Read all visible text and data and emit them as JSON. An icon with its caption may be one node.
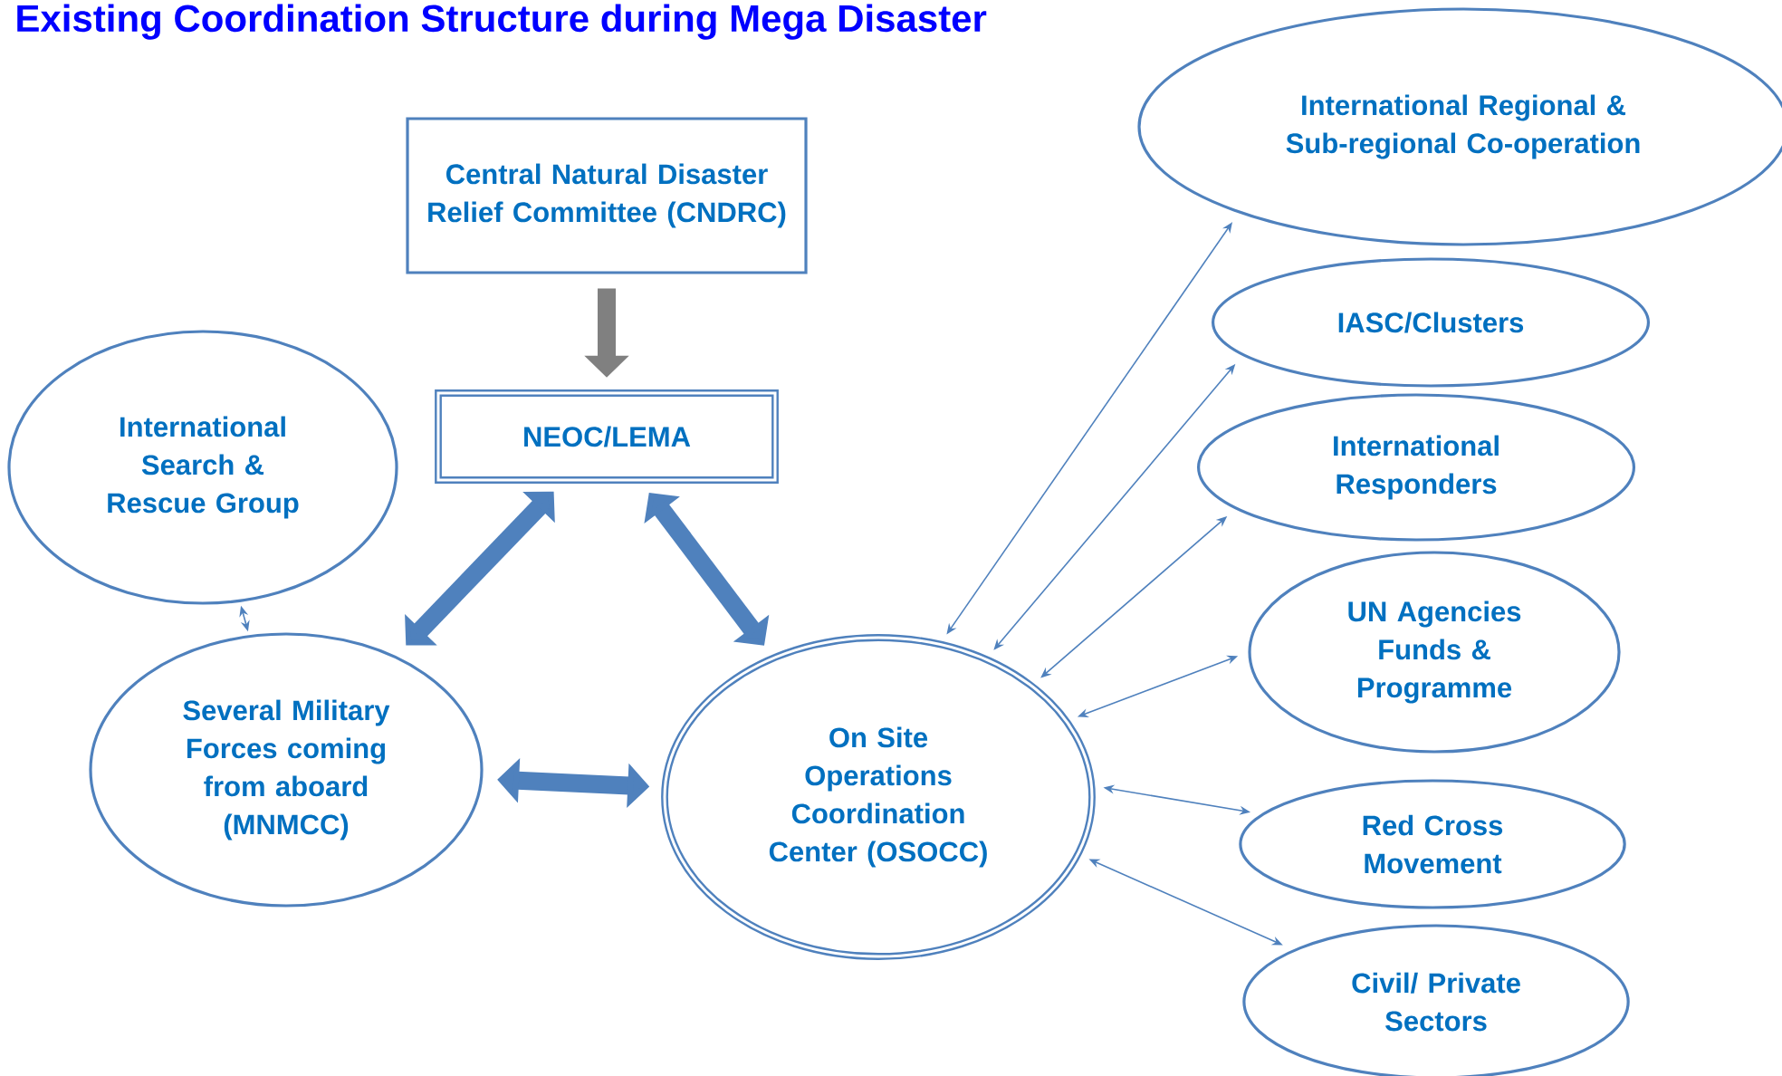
{
  "diagram": {
    "title": "Existing Coordination Structure during Mega Disaster",
    "nodes": [
      {
        "text": [
          "Central Natural Disaster Relief Committee (CNDRC)"
        ]
      },
      {
        "text": [
          "NEOC/LEMA"
        ]
      },
      {
        "text": [
          "International Search & Rescue Group"
        ]
      },
      {
        "text": [
          "Several Military Forces coming from aboard (MNMCC)"
        ]
      },
      {
        "text": [
          "On Site Operations Coordination Center (OSOCC)"
        ]
      },
      {
        "text": [
          "International Regional & Sub-regional Co-operation"
        ]
      },
      {
        "text": [
          "IASC/Clusters"
        ]
      },
      {
        "text": [
          "International Responders"
        ]
      },
      {
        "text": [
          "UN Agencies Funds & Programme"
        ]
      },
      {
        "text": [
          "Red Cross Movement"
        ]
      },
      {
        "text": [
          "Civil/ Private Sectors"
        ]
      }
    ],
    "edges": [
      {
        "from": 0,
        "to": 1,
        "arrow": "to",
        "style": "thick",
        "color": "#808080"
      },
      {
        "from": 1,
        "to": 3,
        "arrow": "both",
        "style": "thick"
      },
      {
        "from": 1,
        "to": 4,
        "arrow": "both",
        "style": "thick"
      },
      {
        "from": 3,
        "to": 4,
        "arrow": "both",
        "style": "thick"
      },
      {
        "from": 2,
        "to": 3,
        "arrow": "both"
      },
      {
        "from": 4,
        "to": 5,
        "arrow": "both"
      },
      {
        "from": 4,
        "to": 6,
        "arrow": "both"
      },
      {
        "from": 4,
        "to": 7,
        "arrow": "both"
      },
      {
        "from": 4,
        "to": 8,
        "arrow": "both"
      },
      {
        "from": 4,
        "to": 9,
        "arrow": "both"
      },
      {
        "from": 4,
        "to": 10,
        "arrow": "both"
      }
    ]
  }
}
